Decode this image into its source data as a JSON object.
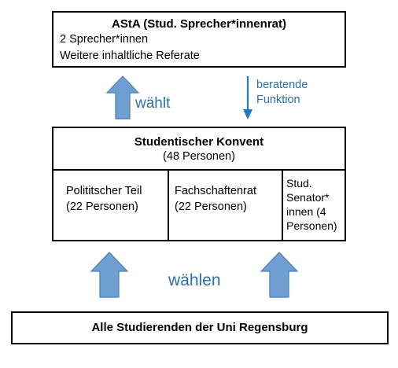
{
  "asta": {
    "title": "AStA (Stud. Sprecher*innenrat)",
    "line1": "2 Sprecher*innen",
    "line2": "Weitere inhaltliche Referate"
  },
  "arrows": {
    "elects_up": "wählt",
    "advisory_line1": "beratende",
    "advisory_line2": "Funktion",
    "elect_bottom": "wählen"
  },
  "konvent": {
    "title": "Studentischer Konvent",
    "subtitle": "(48 Personen)",
    "cells": [
      {
        "line1": "Polititscher Teil",
        "line2": "(22 Personen)"
      },
      {
        "line1": "Fachschaftenrat",
        "line2": "(22 Personen)"
      },
      {
        "line1": "Stud.",
        "line2": "Senator*",
        "line3": "innen (4",
        "line4": "Personen)"
      }
    ]
  },
  "students": {
    "label": "Alle Studierenden der Uni Regensburg"
  },
  "colors": {
    "arrow_fill": "#6f9fd0",
    "arrow_stroke": "#4a7fb4",
    "thin_arrow": "#1f78c2",
    "label_blue": "#2e6fa8"
  }
}
